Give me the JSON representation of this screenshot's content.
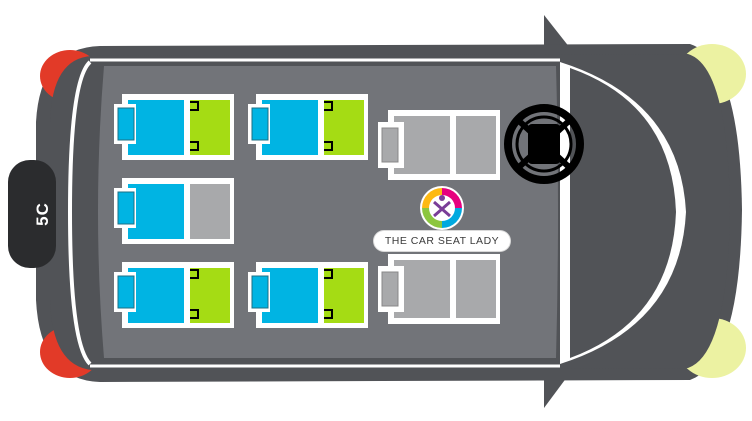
{
  "vehicle": {
    "badge_text": "5C",
    "brand_label": "THE CAR SEAT LADY"
  },
  "colors": {
    "body": "#515357",
    "floor": "#727479",
    "tail_light": "#e23a28",
    "head_light": "#ecf2a2",
    "seat_occupied": "#00b4e3",
    "seat_empty": "#a8a9ab",
    "seat_accent": "#a5dc14",
    "badge_bg": "#2b2c2e"
  },
  "icons": [
    "steering-wheel-icon",
    "car-seat-lady-logo"
  ],
  "seats": [
    {
      "row": "third",
      "position": "left",
      "state": "car-seat"
    },
    {
      "row": "third",
      "position": "middle",
      "state": "car-seat-rear-facing"
    },
    {
      "row": "third",
      "position": "right",
      "state": "car-seat"
    },
    {
      "row": "second",
      "position": "left",
      "state": "car-seat"
    },
    {
      "row": "second",
      "position": "right",
      "state": "car-seat"
    },
    {
      "row": "front",
      "position": "passenger",
      "state": "empty"
    },
    {
      "row": "front",
      "position": "driver",
      "state": "empty"
    }
  ]
}
